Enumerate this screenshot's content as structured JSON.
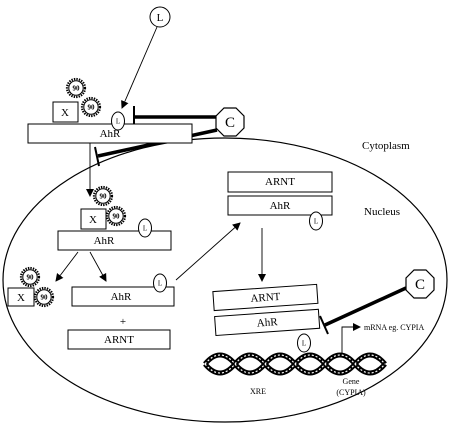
{
  "labels": {
    "ligand": "L",
    "inhibitor": "C",
    "hsp90": "90",
    "x_protein": "X",
    "ahr": "AhR",
    "arnt": "ARNT",
    "plus": "+",
    "cytoplasm": "Cytoplasm",
    "nucleus": "Nucleus",
    "xre": "XRE",
    "gene": "Gene",
    "gene_name": "(CYPIA)",
    "mrna": "mRNA eg. CYPIA"
  }
}
